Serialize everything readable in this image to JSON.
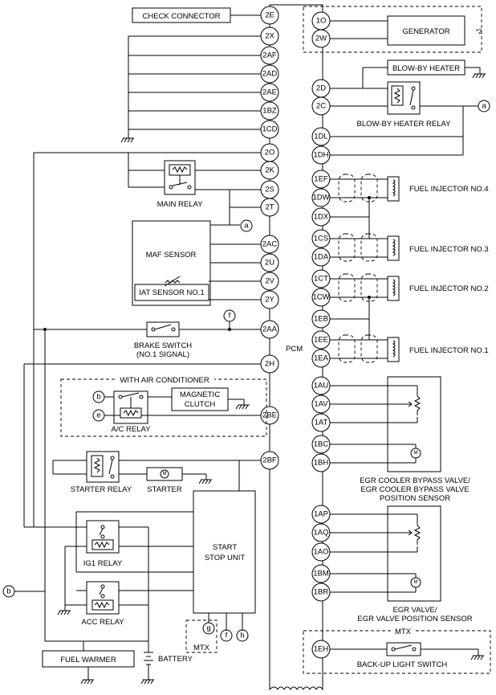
{
  "pcm": {
    "label": "PCM",
    "left_pins": [
      "2E",
      "2X",
      "2AF",
      "2AD",
      "2AE",
      "1BZ",
      "1CD",
      "2O",
      "2K",
      "2S",
      "2T",
      "2AC",
      "2U",
      "2V",
      "2Y",
      "2AA",
      "2H",
      "2BE",
      "2BF"
    ],
    "right_pins": [
      "1O",
      "2W",
      "2D",
      "2C",
      "1DL",
      "1DH",
      "1EF",
      "1DW",
      "1DX",
      "1CS",
      "1DA",
      "1CT",
      "1CW",
      "1EB",
      "1EE",
      "1EA",
      "1AU",
      "1AV",
      "1AT",
      "1BC",
      "1BH",
      "1AP",
      "1AQ",
      "1AO",
      "1BM",
      "1BR",
      "1EH"
    ]
  },
  "components": {
    "check_connector": "CHECK CONNECTOR",
    "generator": "GENERATOR",
    "generator_note": "*2",
    "blowby_heater": "BLOW-BY HEATER",
    "blowby_heater_relay": "BLOW-BY HEATER RELAY",
    "main_relay": "MAIN RELAY",
    "maf_sensor": "MAF SENSOR",
    "iat_sensor": "IAT SENSOR NO.1",
    "brake_switch": "BRAKE SWITCH",
    "brake_switch_sub": "(NO.1 SIGNAL)",
    "with_air_conditioner": "WITH AIR CONDITIONER",
    "magnetic_clutch_1": "MAGNETIC",
    "magnetic_clutch_2": "CLUTCH",
    "ac_relay": "A/C RELAY",
    "starter_relay": "STARTER RELAY",
    "starter": "STARTER",
    "start_stop_unit_1": "START",
    "start_stop_unit_2": "STOP UNIT",
    "ig1_relay": "IG1 RELAY",
    "acc_relay": "ACC RELAY",
    "fuel_warmer": "FUEL WARMER",
    "battery": "BATTERY",
    "mtx_left": "MTX",
    "mtx_right": "MTX",
    "fuel_injector_4": "FUEL INJECTOR NO.4",
    "fuel_injector_3": "FUEL INJECTOR NO.3",
    "fuel_injector_2": "FUEL INJECTOR NO.2",
    "fuel_injector_1": "FUEL INJECTOR NO.1",
    "egr_cooler_1": "EGR COOLER BYPASS VALVE/",
    "egr_cooler_2": "EGR COOLER BYPASS VALVE",
    "egr_cooler_3": "POSITION SENSOR",
    "egr_valve_1": "EGR VALVE/",
    "egr_valve_2": "EGR VALVE POSITION SENSOR",
    "backup_light_switch": "BACK-UP LIGHT SWITCH"
  },
  "connectors": {
    "a": "a",
    "b": "b",
    "e": "e",
    "f": "f",
    "g": "g",
    "h": "h"
  }
}
